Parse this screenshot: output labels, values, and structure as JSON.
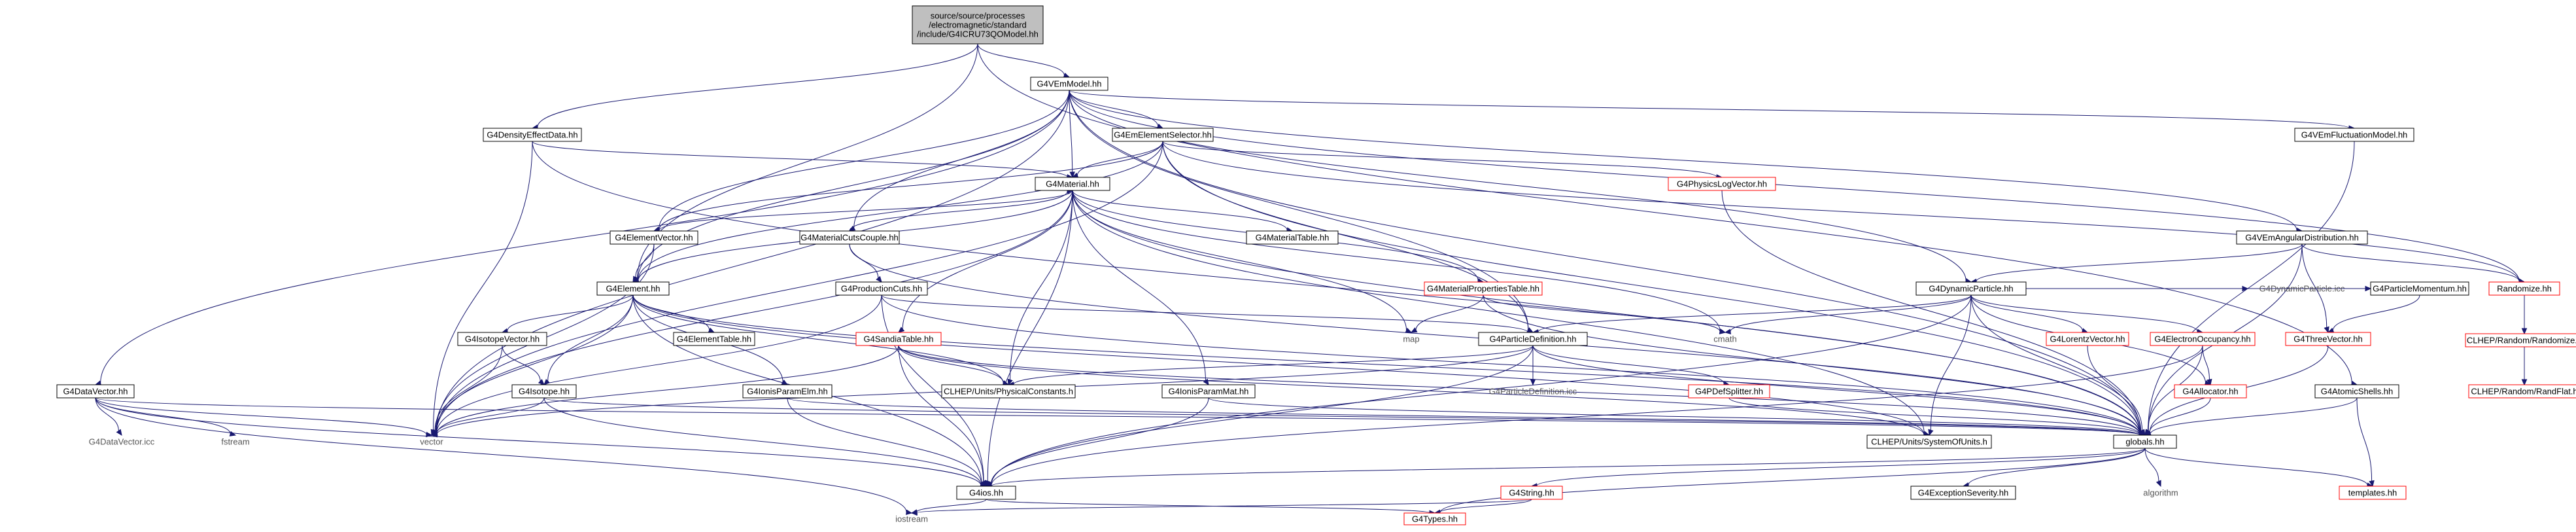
{
  "colors": {
    "edge": "#191970",
    "root_fill": "#bfbfbf",
    "documented_border": "#000000",
    "undocumented_border": "#ff0000",
    "text": "#000000"
  },
  "nodes": [
    {
      "id": "root",
      "label": "source/source/processes\n/electromagnetic/standard\n/include/G4ICRU73QOModel.hh",
      "style": "root"
    },
    {
      "id": "vemmodel",
      "label": "G4VEmModel.hh",
      "style": "black"
    },
    {
      "id": "density",
      "label": "G4DensityEffectData.hh",
      "style": "black"
    },
    {
      "id": "emelsel",
      "label": "G4EmElementSelector.hh",
      "style": "black"
    },
    {
      "id": "material",
      "label": "G4Material.hh",
      "style": "black"
    },
    {
      "id": "elemvec",
      "label": "G4ElementVector.hh",
      "style": "black"
    },
    {
      "id": "matcuts",
      "label": "G4MaterialCutsCouple.hh",
      "style": "black"
    },
    {
      "id": "mattable",
      "label": "G4MaterialTable.hh",
      "style": "black"
    },
    {
      "id": "physlog",
      "label": "G4PhysicsLogVector.hh",
      "style": "red"
    },
    {
      "id": "fluct",
      "label": "G4VEmFluctuationModel.hh",
      "style": "black"
    },
    {
      "id": "angdist",
      "label": "G4VEmAngularDistribution.hh",
      "style": "black"
    },
    {
      "id": "matprop",
      "label": "G4MaterialPropertiesTable.hh",
      "style": "red"
    },
    {
      "id": "element",
      "label": "G4Element.hh",
      "style": "black"
    },
    {
      "id": "prodcuts",
      "label": "G4ProductionCuts.hh",
      "style": "black"
    },
    {
      "id": "dynpart",
      "label": "G4DynamicParticle.hh",
      "style": "black"
    },
    {
      "id": "randomize",
      "label": "Randomize.hh",
      "style": "red"
    },
    {
      "id": "isovec",
      "label": "G4IsotopeVector.hh",
      "style": "black"
    },
    {
      "id": "eltable",
      "label": "G4ElementTable.hh",
      "style": "black"
    },
    {
      "id": "sandia",
      "label": "G4SandiaTable.hh",
      "style": "red"
    },
    {
      "id": "map",
      "label": "map",
      "style": "plain"
    },
    {
      "id": "cmath",
      "label": "cmath",
      "style": "plain"
    },
    {
      "id": "partdef",
      "label": "G4ParticleDefinition.hh",
      "style": "black"
    },
    {
      "id": "lorentz",
      "label": "G4LorentzVector.hh",
      "style": "red"
    },
    {
      "id": "elocc",
      "label": "G4ElectronOccupancy.hh",
      "style": "red"
    },
    {
      "id": "dynpicc",
      "label": "G4DynamicParticle.icc",
      "style": "plain"
    },
    {
      "id": "partmom",
      "label": "G4ParticleMomentum.hh",
      "style": "black"
    },
    {
      "id": "clheprand",
      "label": "CLHEP/Random/Randomize.h",
      "style": "red"
    },
    {
      "id": "datavec",
      "label": "G4DataVector.hh",
      "style": "black"
    },
    {
      "id": "isotope",
      "label": "G4Isotope.hh",
      "style": "black"
    },
    {
      "id": "ionelm",
      "label": "G4IonisParamElm.hh",
      "style": "black"
    },
    {
      "id": "physconst",
      "label": "CLHEP/Units/PhysicalConstants.h",
      "style": "black"
    },
    {
      "id": "ionmat",
      "label": "G4IonisParamMat.hh",
      "style": "black"
    },
    {
      "id": "partdeficc",
      "label": "G4ParticleDefinition.icc",
      "style": "plain"
    },
    {
      "id": "pdefsplit",
      "label": "G4PDefSplitter.hh",
      "style": "red"
    },
    {
      "id": "allocator",
      "label": "G4Allocator.hh",
      "style": "red"
    },
    {
      "id": "threevec",
      "label": "G4ThreeVector.hh",
      "style": "red"
    },
    {
      "id": "randflat",
      "label": "CLHEP/Random/RandFlat.h",
      "style": "red"
    },
    {
      "id": "atomic",
      "label": "G4AtomicShells.hh",
      "style": "black"
    },
    {
      "id": "datavecicc",
      "label": "G4DataVector.icc",
      "style": "plain"
    },
    {
      "id": "fstream",
      "label": "fstream",
      "style": "plain"
    },
    {
      "id": "vector",
      "label": "vector",
      "style": "plain"
    },
    {
      "id": "sysunits",
      "label": "CLHEP/Units/SystemOfUnits.h",
      "style": "black"
    },
    {
      "id": "globals",
      "label": "globals.hh",
      "style": "black"
    },
    {
      "id": "g4ios",
      "label": "G4ios.hh",
      "style": "black"
    },
    {
      "id": "g4string",
      "label": "G4String.hh",
      "style": "red"
    },
    {
      "id": "excsev",
      "label": "G4ExceptionSeverity.hh",
      "style": "black"
    },
    {
      "id": "algorithm",
      "label": "algorithm",
      "style": "plain"
    },
    {
      "id": "templates",
      "label": "templates.hh",
      "style": "red"
    },
    {
      "id": "iostream",
      "label": "iostream",
      "style": "plain"
    },
    {
      "id": "g4types",
      "label": "G4Types.hh",
      "style": "red"
    }
  ],
  "edges": [
    [
      "root",
      "vemmodel"
    ],
    [
      "root",
      "density"
    ],
    [
      "root",
      "element"
    ],
    [
      "root",
      "atomic"
    ],
    [
      "vemmodel",
      "emelsel"
    ],
    [
      "vemmodel",
      "material"
    ],
    [
      "vemmodel",
      "elemvec"
    ],
    [
      "vemmodel",
      "matcuts"
    ],
    [
      "vemmodel",
      "fluct"
    ],
    [
      "vemmodel",
      "angdist"
    ],
    [
      "vemmodel",
      "dynpart"
    ],
    [
      "vemmodel",
      "randomize"
    ],
    [
      "vemmodel",
      "partdef"
    ],
    [
      "vemmodel",
      "datavec"
    ],
    [
      "vemmodel",
      "element"
    ],
    [
      "vemmodel",
      "vector"
    ],
    [
      "vemmodel",
      "globals"
    ],
    [
      "density",
      "material"
    ],
    [
      "density",
      "globals"
    ],
    [
      "density",
      "vector"
    ],
    [
      "emelsel",
      "material"
    ],
    [
      "emelsel",
      "physlog"
    ],
    [
      "emelsel",
      "elemvec"
    ],
    [
      "emelsel",
      "element"
    ],
    [
      "emelsel",
      "partdef"
    ],
    [
      "emelsel",
      "randomize"
    ],
    [
      "emelsel",
      "globals"
    ],
    [
      "emelsel",
      "vector"
    ],
    [
      "material",
      "elemvec"
    ],
    [
      "material",
      "mattable"
    ],
    [
      "material",
      "matprop"
    ],
    [
      "material",
      "element"
    ],
    [
      "material",
      "sandia"
    ],
    [
      "material",
      "ionmat"
    ],
    [
      "material",
      "physconst"
    ],
    [
      "material",
      "sysunits"
    ],
    [
      "material",
      "g4ios"
    ],
    [
      "material",
      "map"
    ],
    [
      "material",
      "vector"
    ],
    [
      "material",
      "cmath"
    ],
    [
      "material",
      "globals"
    ],
    [
      "elemvec",
      "element"
    ],
    [
      "elemvec",
      "vector"
    ],
    [
      "matcuts",
      "prodcuts"
    ],
    [
      "matcuts",
      "material"
    ],
    [
      "matcuts",
      "globals"
    ],
    [
      "physlog",
      "globals"
    ],
    [
      "fluct",
      "globals"
    ],
    [
      "angdist",
      "dynpart"
    ],
    [
      "angdist",
      "randomize"
    ],
    [
      "angdist",
      "threevec"
    ],
    [
      "angdist",
      "globals"
    ],
    [
      "matprop",
      "map"
    ],
    [
      "matprop",
      "globals"
    ],
    [
      "matprop",
      "cmath"
    ],
    [
      "element",
      "isovec"
    ],
    [
      "element",
      "eltable"
    ],
    [
      "element",
      "ionelm"
    ],
    [
      "element",
      "isotope"
    ],
    [
      "element",
      "physconst"
    ],
    [
      "element",
      "sysunits"
    ],
    [
      "element",
      "g4ios"
    ],
    [
      "element",
      "vector"
    ],
    [
      "element",
      "globals"
    ],
    [
      "prodcuts",
      "partdef"
    ],
    [
      "prodcuts",
      "vector"
    ],
    [
      "prodcuts",
      "globals"
    ],
    [
      "prodcuts",
      "g4ios"
    ],
    [
      "dynpart",
      "partdef"
    ],
    [
      "dynpart",
      "lorentz"
    ],
    [
      "dynpart",
      "elocc"
    ],
    [
      "dynpart",
      "dynpicc"
    ],
    [
      "dynpart",
      "partmom"
    ],
    [
      "dynpart",
      "allocator"
    ],
    [
      "dynpart",
      "cmath"
    ],
    [
      "dynpart",
      "sysunits"
    ],
    [
      "dynpart",
      "g4ios"
    ],
    [
      "dynpart",
      "globals"
    ],
    [
      "randomize",
      "clheprand"
    ],
    [
      "randomize",
      "randflat"
    ],
    [
      "isovec",
      "isotope"
    ],
    [
      "isovec",
      "vector"
    ],
    [
      "sandia",
      "physconst"
    ],
    [
      "sandia",
      "sysunits"
    ],
    [
      "sandia",
      "vector"
    ],
    [
      "sandia",
      "g4ios"
    ],
    [
      "sandia",
      "globals"
    ],
    [
      "partdef",
      "partdeficc"
    ],
    [
      "partdef",
      "pdefsplit"
    ],
    [
      "partdef",
      "physconst"
    ],
    [
      "partdef",
      "vector"
    ],
    [
      "partdef",
      "g4ios"
    ],
    [
      "partdef",
      "globals"
    ],
    [
      "lorentz",
      "globals"
    ],
    [
      "elocc",
      "allocator"
    ],
    [
      "elocc",
      "globals"
    ],
    [
      "elocc",
      "g4ios"
    ],
    [
      "partmom",
      "threevec"
    ],
    [
      "clheprand",
      "randflat"
    ],
    [
      "datavec",
      "datavecicc"
    ],
    [
      "datavec",
      "fstream"
    ],
    [
      "datavec",
      "vector"
    ],
    [
      "datavec",
      "globals"
    ],
    [
      "datavec",
      "g4ios"
    ],
    [
      "datavec",
      "iostream"
    ],
    [
      "isotope",
      "g4ios"
    ],
    [
      "isotope",
      "globals"
    ],
    [
      "isotope",
      "vector"
    ],
    [
      "ionelm",
      "g4ios"
    ],
    [
      "ionelm",
      "globals"
    ],
    [
      "ionmat",
      "g4ios"
    ],
    [
      "ionmat",
      "globals"
    ],
    [
      "pdefsplit",
      "globals"
    ],
    [
      "allocator",
      "globals"
    ],
    [
      "threevec",
      "globals"
    ],
    [
      "atomic",
      "globals"
    ],
    [
      "atomic",
      "templates"
    ],
    [
      "globals",
      "g4ios"
    ],
    [
      "globals",
      "excsev"
    ],
    [
      "globals",
      "algorithm"
    ],
    [
      "globals",
      "templates"
    ],
    [
      "globals",
      "g4string"
    ],
    [
      "globals",
      "g4types"
    ],
    [
      "g4ios",
      "iostream"
    ],
    [
      "g4ios",
      "g4types"
    ],
    [
      "g4string",
      "g4types"
    ],
    [
      "g4string",
      "iostream"
    ]
  ]
}
